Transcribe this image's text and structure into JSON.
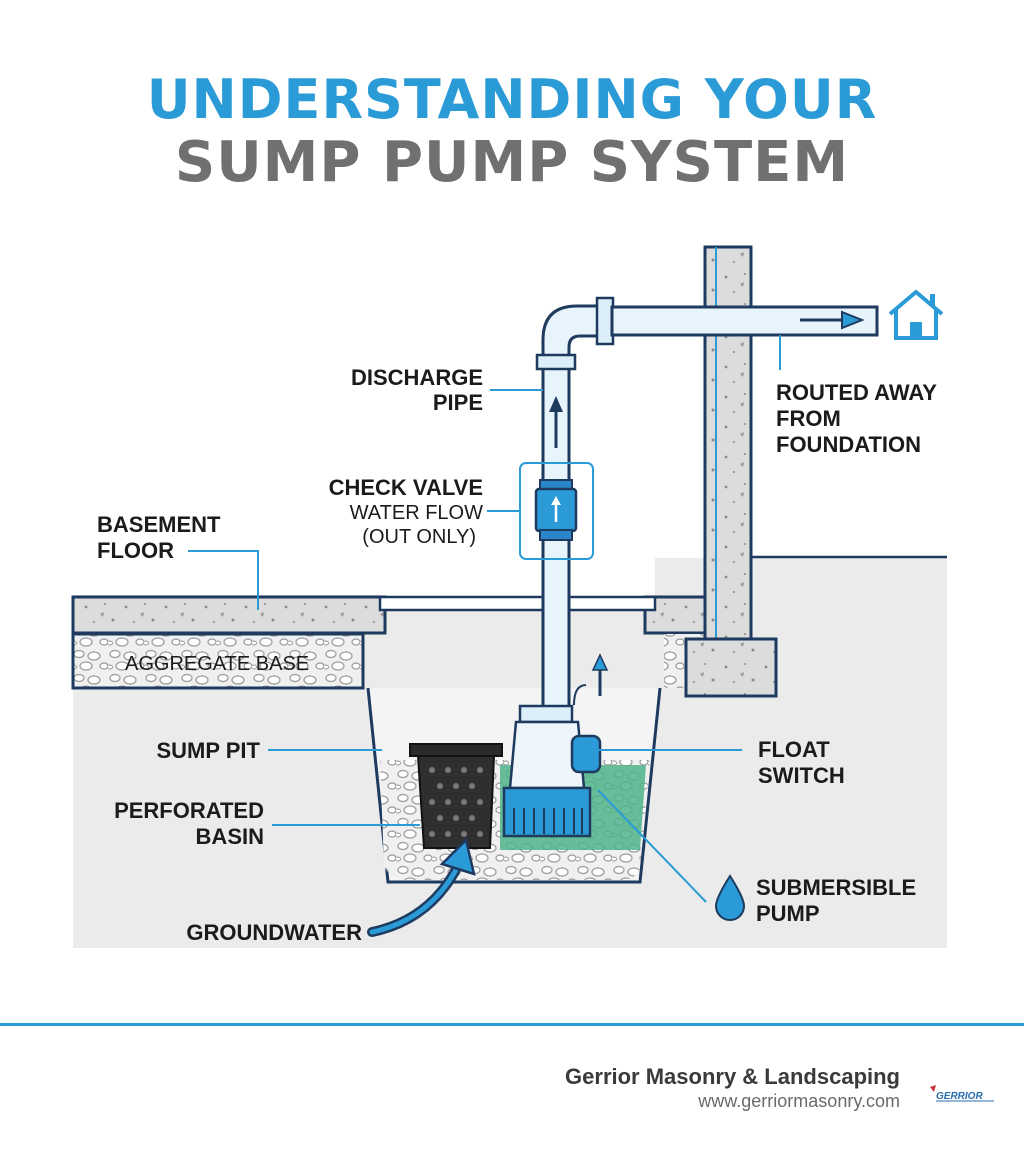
{
  "title": {
    "line1": "UNDERSTANDING YOUR",
    "line2": "SUMP PUMP SYSTEM"
  },
  "labels": {
    "discharge_pipe": [
      "DISCHARGE",
      "PIPE"
    ],
    "check_valve": "CHECK VALVE",
    "water_flow": [
      "WATER FLOW",
      "(OUT ONLY)"
    ],
    "basement_floor": [
      "BASEMENT",
      "FLOOR"
    ],
    "aggregate_base": "AGGREGATE BASE",
    "sump_pit": "SUMP PIT",
    "perforated_basin": [
      "PERFORATED",
      "BASIN"
    ],
    "groundwater": "GROUNDWATER",
    "float_switch": [
      "FLOAT",
      "SWITCH"
    ],
    "submersible_pump": [
      "SUBMERSIBLE",
      "PUMP"
    ],
    "routed_away": [
      "ROUTED AWAY",
      "FROM",
      "FOUNDATION"
    ]
  },
  "footer": {
    "brand": "Gerrior Masonry & Landscaping",
    "url": "www.gerriormasonry.com",
    "logo_text": "GERRIOR"
  },
  "colors": {
    "accent_blue": "#2a9bd6",
    "dark_navy": "#1e3a5f",
    "title_gray": "#707070",
    "ground_gray": "#ebebeb",
    "water_green": "#4fb389"
  },
  "icons": [
    "house-icon",
    "water-drop-icon",
    "up-arrow-icon",
    "right-arrow-icon",
    "curved-arrow-icon"
  ]
}
